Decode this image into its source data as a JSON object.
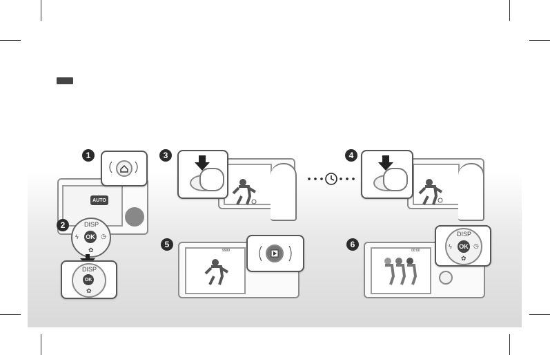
{
  "steps": [
    {
      "number": "1"
    },
    {
      "number": "2"
    },
    {
      "number": "3"
    },
    {
      "number": "4"
    },
    {
      "number": "5"
    },
    {
      "number": "6"
    }
  ],
  "controls": {
    "auto_label": "AUTO",
    "disp_label": "DISP",
    "ok_label": "OK",
    "home_icon": "home-icon",
    "play_icon": "play-icon",
    "timer_icon": "timer-icon",
    "flash_icon": "flash-icon",
    "macro_icon": "macro-icon"
  },
  "hud": {
    "capture_count": "9999",
    "time": "00:00"
  },
  "colors": {
    "step_badge": "#2b2b2b",
    "panel_gradient_top": "#ffffff",
    "panel_gradient_bottom": "#d9d9d9",
    "ok_button": "#444444"
  }
}
